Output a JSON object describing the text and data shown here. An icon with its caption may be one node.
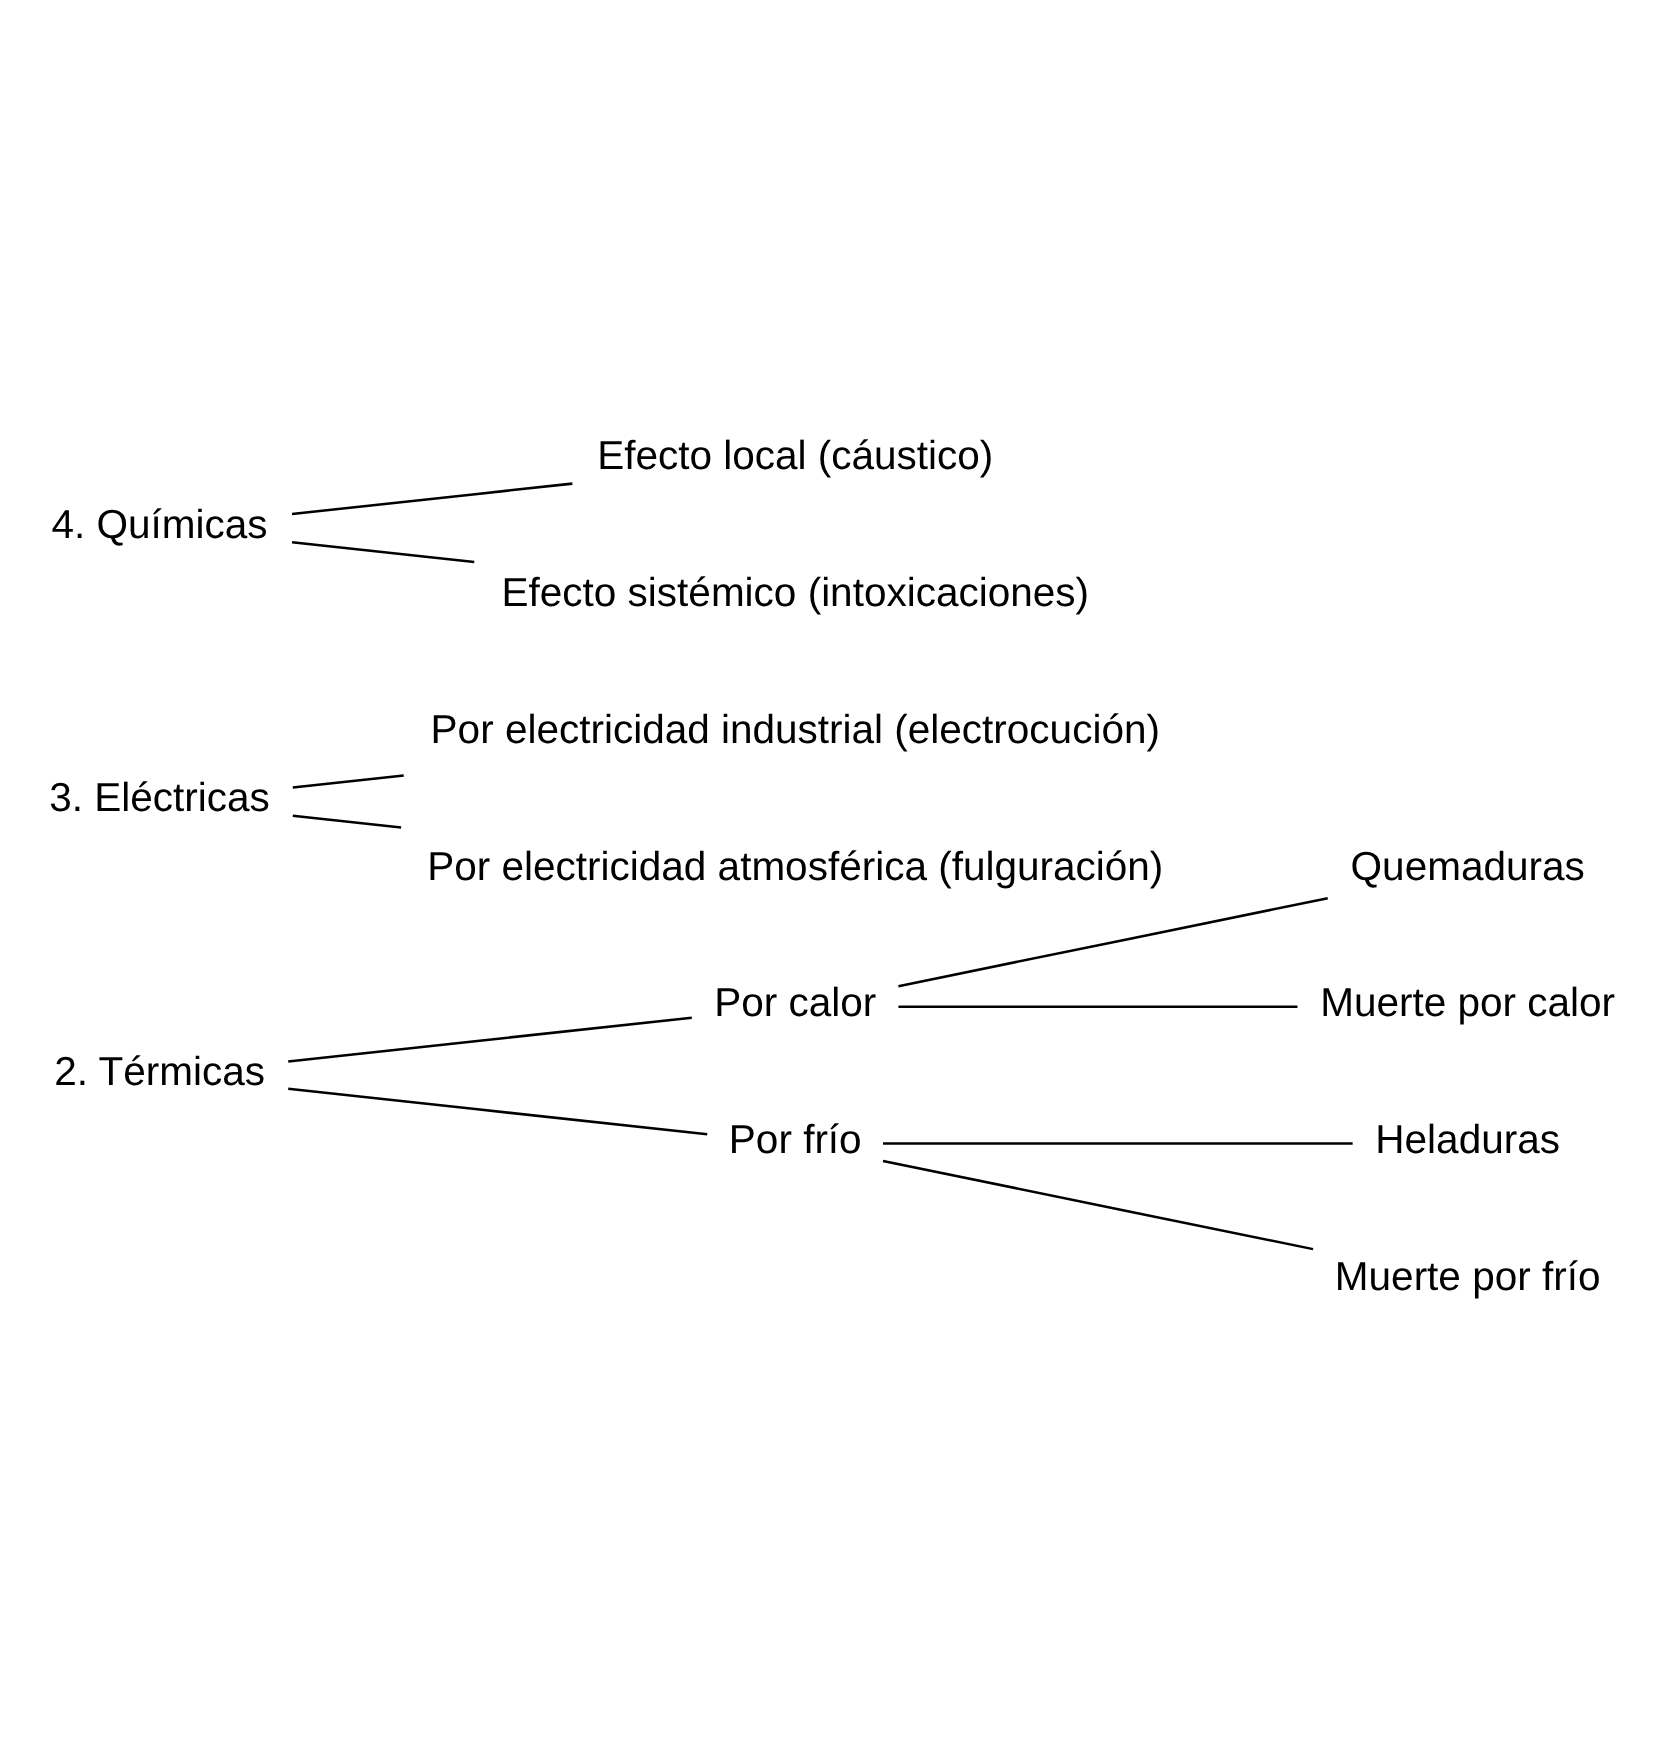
{
  "diagram": {
    "nodes": [
      {
        "text": [
          "2. Térmicas"
        ]
      },
      {
        "text": [
          "Por calor"
        ]
      },
      {
        "text": [
          "Quemaduras"
        ]
      },
      {
        "text": [
          "Muerte por calor"
        ]
      },
      {
        "text": [
          "Por frío"
        ]
      },
      {
        "text": [
          "Heladuras"
        ]
      },
      {
        "text": [
          "Muerte por frío"
        ]
      },
      {
        "text": [
          "3. Eléctricas"
        ]
      },
      {
        "text": [
          "Por electricidad industrial (electrocución)"
        ]
      },
      {
        "text": [
          "Por electricidad atmosférica (fulguración)"
        ]
      },
      {
        "text": [
          "4. Químicas"
        ]
      },
      {
        "text": [
          "Efecto local (cáustico)"
        ]
      },
      {
        "text": [
          "Efecto sistémico (intoxicaciones)"
        ]
      }
    ],
    "edges": [
      {
        "from": 0,
        "to": 1,
        "arrow": "none"
      },
      {
        "from": 0,
        "to": 4,
        "arrow": "none"
      },
      {
        "from": 1,
        "to": 2,
        "arrow": "none"
      },
      {
        "from": 1,
        "to": 3,
        "arrow": "none"
      },
      {
        "from": 4,
        "to": 5,
        "arrow": "none"
      },
      {
        "from": 4,
        "to": 6,
        "arrow": "none"
      },
      {
        "from": 7,
        "to": 8,
        "arrow": "none"
      },
      {
        "from": 7,
        "to": 9,
        "arrow": "none"
      },
      {
        "from": 10,
        "to": 11,
        "arrow": "none"
      },
      {
        "from": 10,
        "to": 12,
        "arrow": "none"
      }
    ]
  }
}
